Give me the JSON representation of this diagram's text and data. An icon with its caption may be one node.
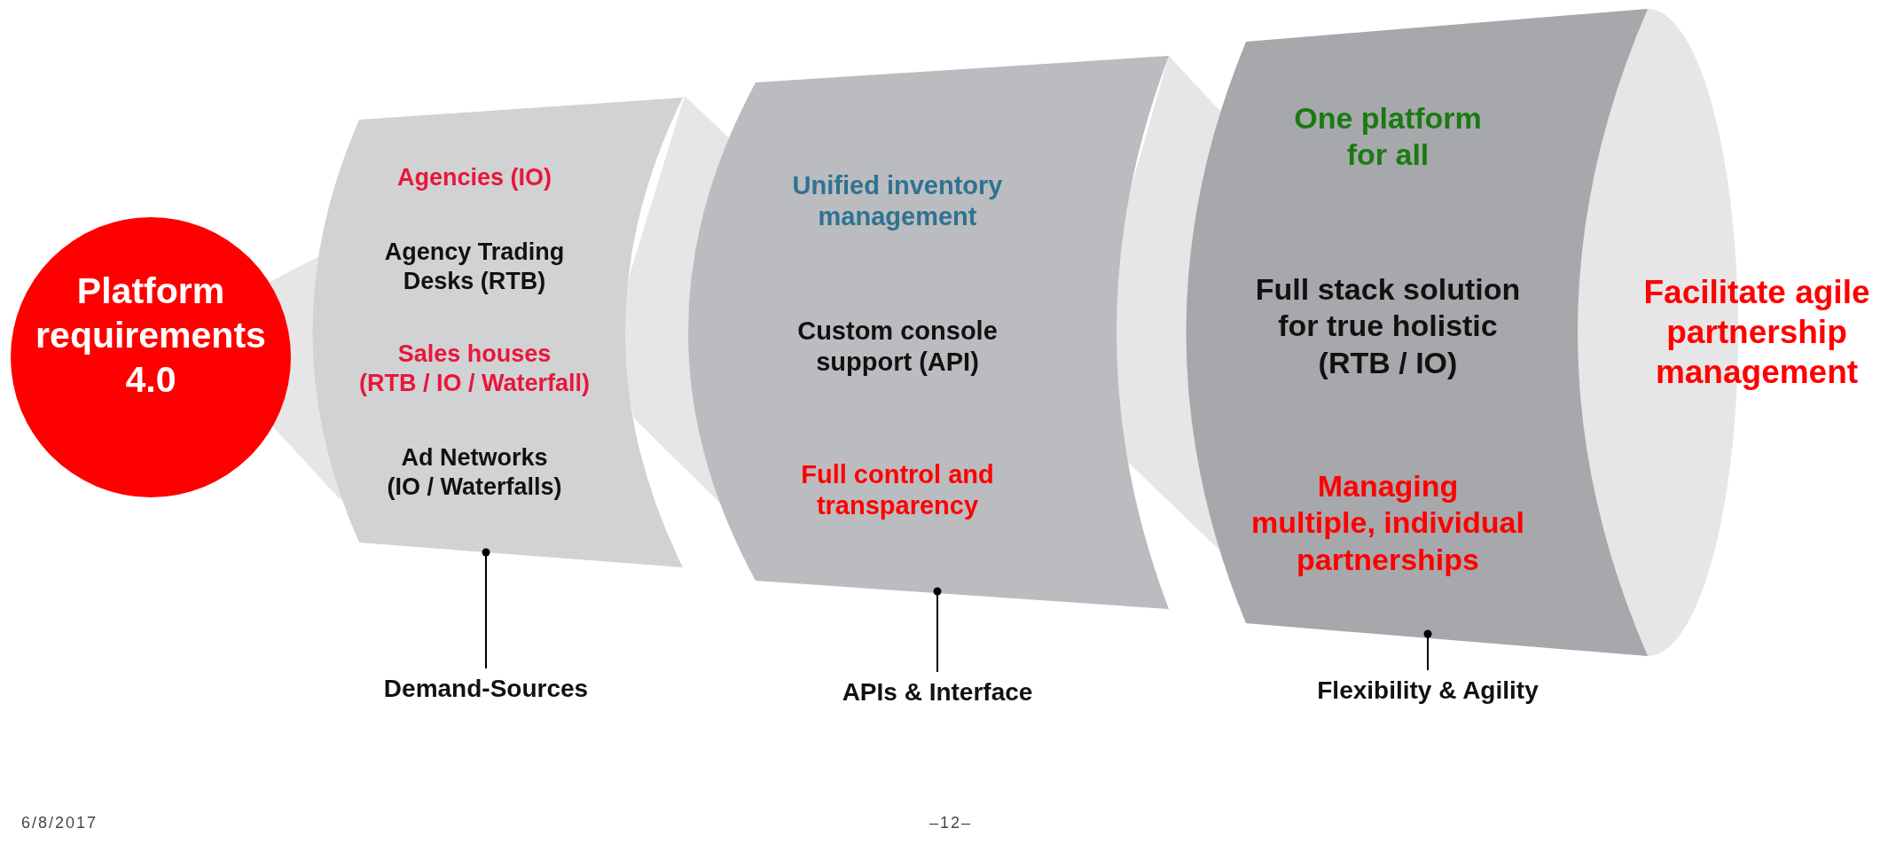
{
  "diagram": {
    "nodes": [
      {
        "text": [
          "Platform requirements 4.0"
        ]
      },
      {
        "text": [
          "Agencies (IO)",
          "Agency Trading Desks (RTB)",
          "Sales houses (RTB / IO / Waterfall)",
          "Ad Networks (IO / Waterfalls)"
        ]
      },
      {
        "text": [
          "Unified inventory management",
          "Custom console support (API)",
          "Full control and transparency"
        ]
      },
      {
        "text": [
          "One platform for all",
          "Full stack solution for true holistic (RTB / IO)",
          "Managing multiple, individual partnerships"
        ]
      },
      {
        "text": [
          "Facilitate agile partnership management"
        ]
      },
      {
        "text": [
          "Demand-Sources"
        ]
      },
      {
        "text": [
          "APIs & Interface"
        ]
      },
      {
        "text": [
          "Flexibility & Agility"
        ]
      }
    ],
    "edges": [
      {
        "from": 5,
        "to": 1,
        "arrow": "other"
      },
      {
        "from": 6,
        "to": 2,
        "arrow": "other"
      },
      {
        "from": 7,
        "to": 3,
        "arrow": "other"
      }
    ],
    "labels": [
      "6/8/2017",
      "–12–"
    ]
  }
}
